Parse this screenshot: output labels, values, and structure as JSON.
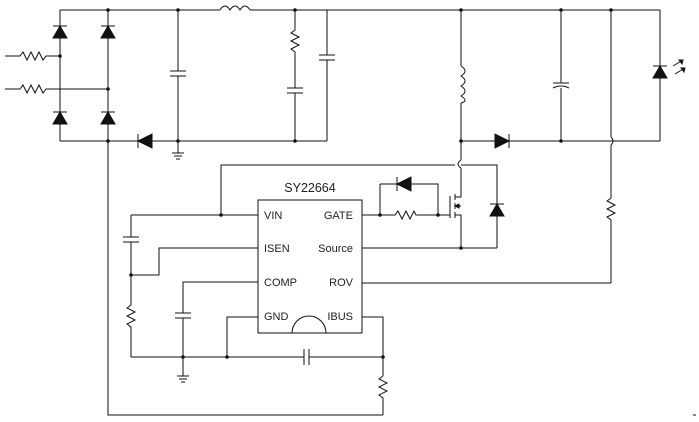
{
  "chip": {
    "name": "SY22664",
    "pins_left": [
      "VIN",
      "ISEN",
      "COMP",
      "GND"
    ],
    "pins_right": [
      "GATE",
      "Source",
      "ROV",
      "IBUS"
    ]
  }
}
